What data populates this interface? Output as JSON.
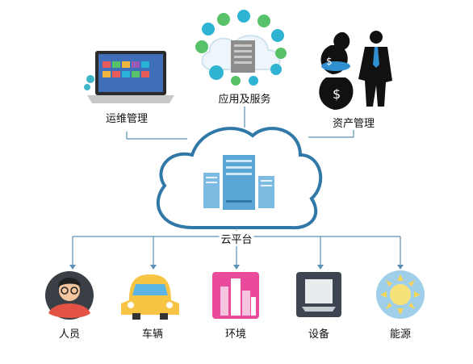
{
  "center": {
    "label": "云平台"
  },
  "top": [
    {
      "id": "ops",
      "label": "运维管理",
      "icon": "laptop-icon"
    },
    {
      "id": "apps",
      "label": "应用及服务",
      "icon": "cloud-apps-icon"
    },
    {
      "id": "assets",
      "label": "资产管理",
      "icon": "businessman-money-icon"
    }
  ],
  "bottom": [
    {
      "id": "people",
      "label": "人员",
      "icon": "person-avatar-icon"
    },
    {
      "id": "vehicle",
      "label": "车辆",
      "icon": "car-icon"
    },
    {
      "id": "environment",
      "label": "环境",
      "icon": "city-buildings-icon"
    },
    {
      "id": "equipment",
      "label": "设备",
      "icon": "device-icon"
    },
    {
      "id": "energy",
      "label": "能源",
      "icon": "sun-icon"
    }
  ],
  "colors": {
    "line": "#5b8fb3",
    "cloud_stroke": "#2f78a8",
    "server": "#5aa6d6",
    "sun_bg": "#9fcfe9",
    "building_bg": "#e94a9a",
    "device_bg": "#3d4650",
    "car": "#f6c544"
  }
}
